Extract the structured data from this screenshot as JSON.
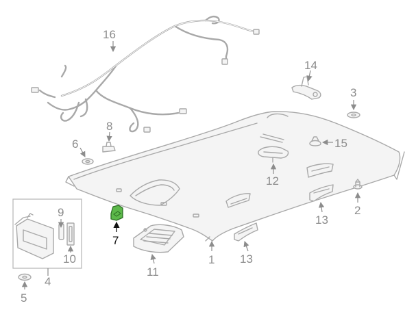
{
  "callouts": {
    "c1": "1",
    "c2": "2",
    "c3": "3",
    "c4": "4",
    "c5": "5",
    "c6": "6",
    "c7": "7",
    "c8": "8",
    "c9": "9",
    "c10": "10",
    "c11": "11",
    "c12": "12",
    "c13a": "13",
    "c13b": "13",
    "c14": "14",
    "c15": "15",
    "c16": "16"
  },
  "colors": {
    "line_art": "#a8a8a8",
    "callout_text": "#8c8c8c",
    "highlight_part": "#5cb84a",
    "highlight_text": "#111111"
  },
  "highlighted_callout": "7"
}
